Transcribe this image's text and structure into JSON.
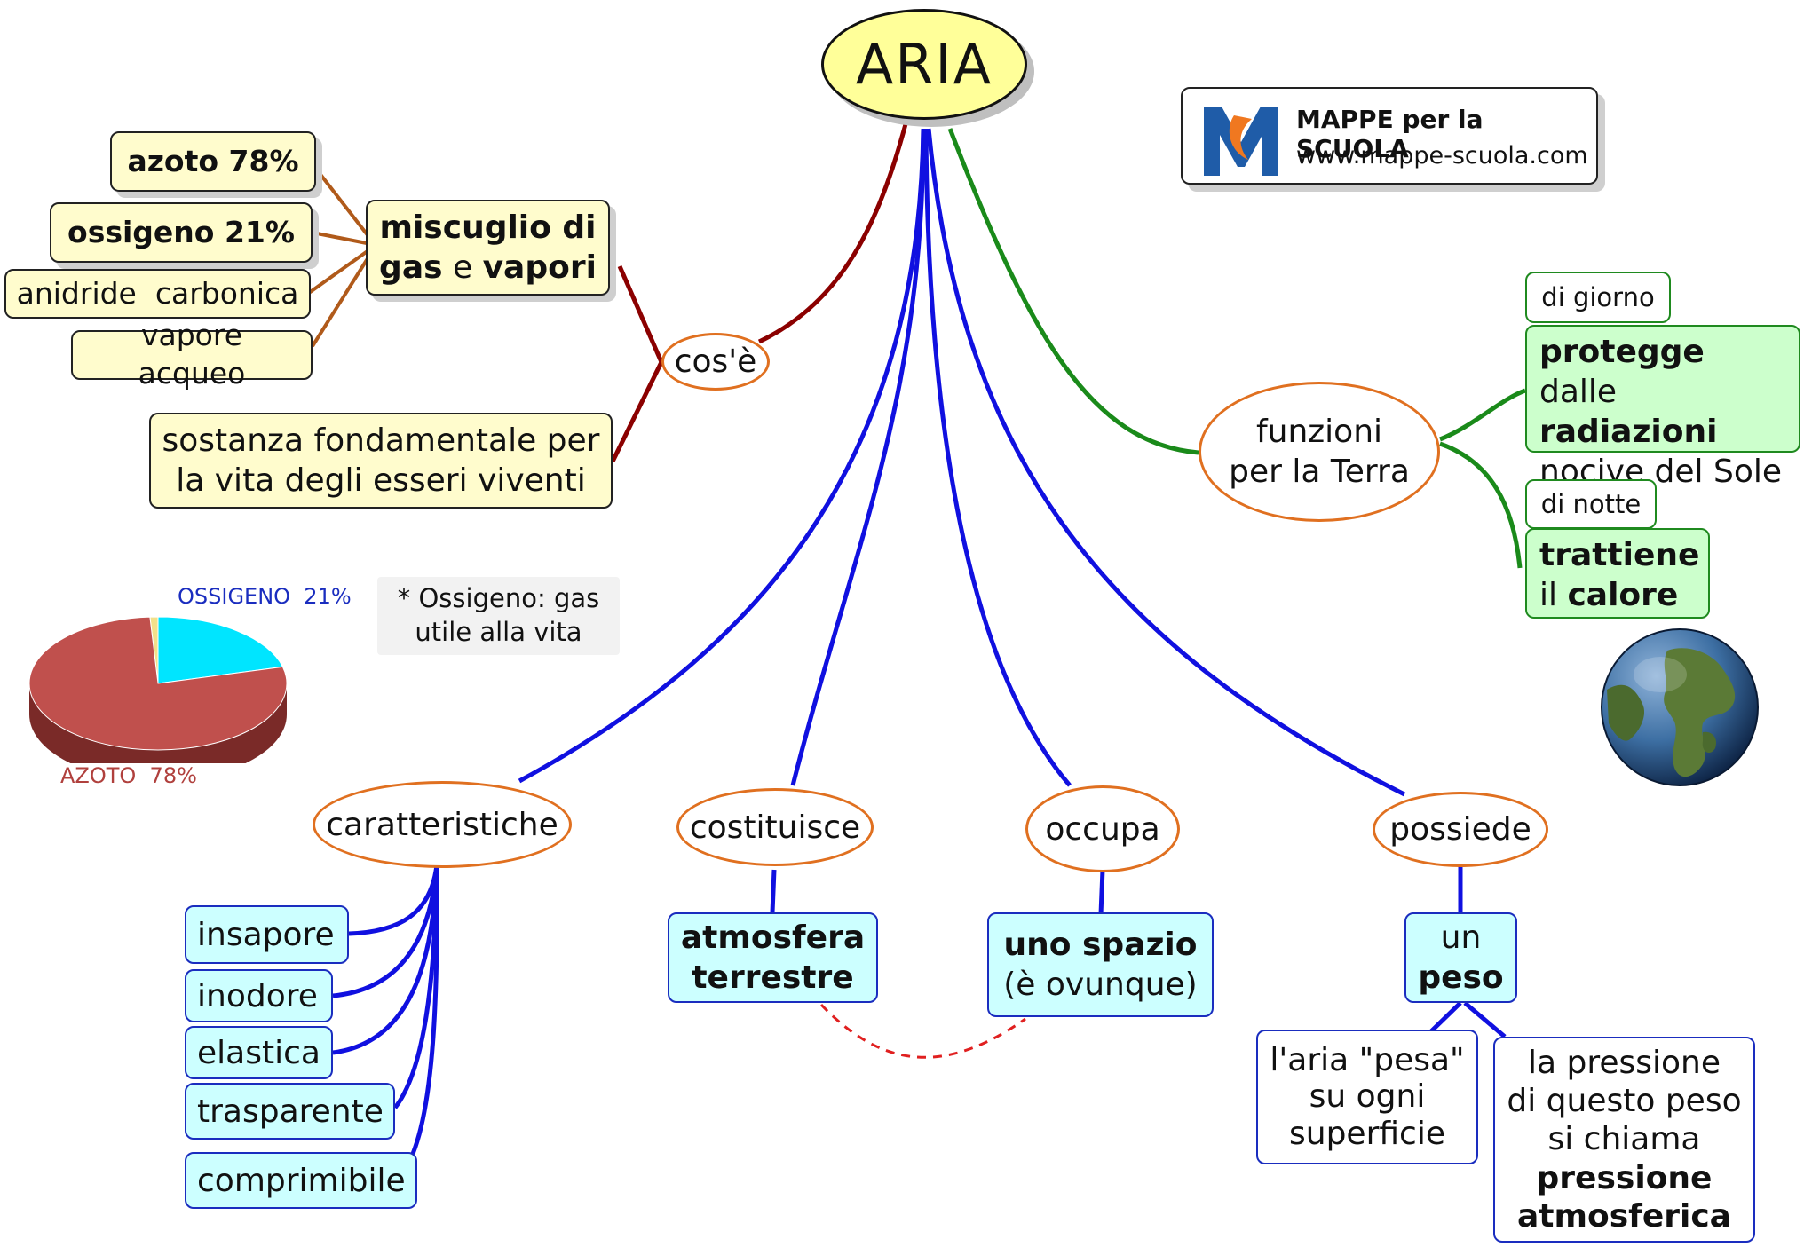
{
  "center": {
    "title": "ARIA"
  },
  "logo": {
    "brand": "MAPPE per la SCUOLA",
    "url": "www.mappe-scuola.com"
  },
  "cose": {
    "label": "cos'è",
    "mixture": {
      "line1": "miscuglio di",
      "line2_bold": "gas",
      "line2_mid": " e ",
      "line2_end": "vapori"
    },
    "components": [
      "azoto 78%",
      "ossigeno 21%",
      "anidride  carbonica",
      "vapore acqueo"
    ],
    "substance": {
      "line1": "sostanza fondamentale per",
      "line2": "la vita degli esseri viventi"
    }
  },
  "chart_data": {
    "type": "pie",
    "slices": [
      {
        "label": "AZOTO  78%",
        "value": 78,
        "color": "#c0504d"
      },
      {
        "label": "OSSIGENO  21%",
        "value": 21,
        "color": "#00e5ff"
      },
      {
        "label": "",
        "value": 1,
        "color": "#f2e08a"
      }
    ]
  },
  "pie_labels": {
    "ossigeno": "OSSIGENO  21%",
    "azoto": "AZOTO  78%"
  },
  "note": {
    "line1": "* Ossigeno: gas",
    "line2": "utile alla vita"
  },
  "funzioni": {
    "label_line1": "funzioni",
    "label_line2": "per la Terra",
    "day": "di giorno",
    "protects": {
      "b1": "protegge",
      "t1": " dalle",
      "b2": "radiazioni",
      "t2": "nocive del Sole"
    },
    "night": "di notte",
    "retains": {
      "b1": "trattiene",
      "t2": "il ",
      "b2": "calore"
    }
  },
  "caratteristiche": {
    "label": "caratteristiche",
    "items": [
      "insapore",
      "inodore",
      "elastica",
      "trasparente",
      "comprimibile"
    ]
  },
  "costituisce": {
    "label": "costituisce",
    "line1": "atmosfera",
    "line2": "terrestre"
  },
  "occupa": {
    "label": "occupa",
    "line1": "uno spazio",
    "line2": "(è ovunque)"
  },
  "possiede": {
    "label": "possiede",
    "line1": "un",
    "line2": "peso",
    "weight": {
      "line1": "l'aria \"pesa\"",
      "line2": "su ogni",
      "line3": "superficie"
    },
    "pressure": {
      "line1": "la pressione",
      "line2": "di questo peso",
      "line3": "si chiama",
      "line4": "pressione",
      "line5": "atmosferica"
    }
  },
  "colors": {
    "brown_link": "#8b0000",
    "tan_link": "#b05a1a",
    "blue_link": "#1010e0",
    "green_link": "#1a8a1a",
    "dash_link": "#e02020",
    "ellipse_border": "#e07020",
    "center_fill": "#ffff99"
  }
}
